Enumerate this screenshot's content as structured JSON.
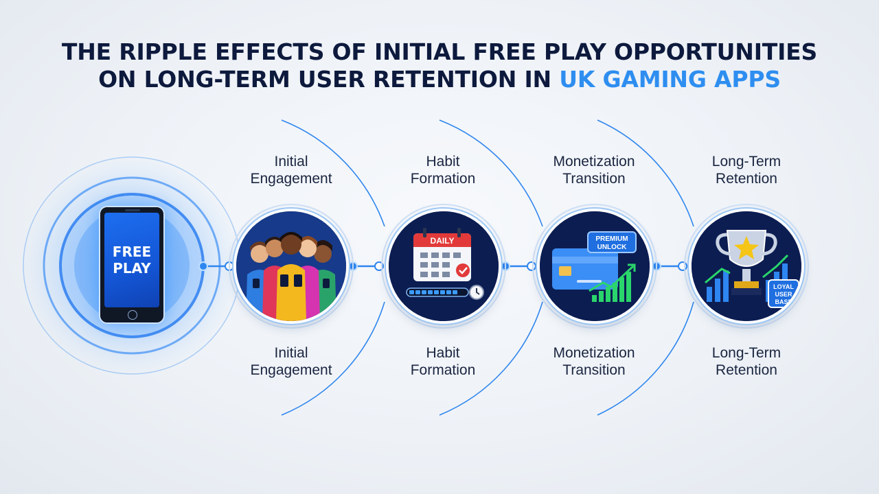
{
  "title": {
    "line1": "THE RIPPLE EFFECTS OF INITIAL FREE PLAY OPPORTUNITIES",
    "line2_main": "ON LONG-TERM USER RETENTION IN ",
    "line2_accent": "UK GAMING APPS"
  },
  "phone": {
    "line1": "FREE",
    "line2": "PLAY"
  },
  "stages": [
    {
      "top_line1": "Initial",
      "top_line2": "Engagement",
      "bottom_line1": "Initial",
      "bottom_line2": "Engagement",
      "icon": "group-of-people-with-phones-icon"
    },
    {
      "top_line1": "Habit",
      "top_line2": "Formation",
      "bottom_line1": "Habit",
      "bottom_line2": "Formation",
      "icon": "daily-calendar-icon",
      "calendar_label": "DAILY"
    },
    {
      "top_line1": "Monetization",
      "top_line2": "Transition",
      "bottom_line1": "Monetization",
      "bottom_line2": "Transition",
      "icon": "credit-card-chart-icon",
      "badge_line1": "PREMIUM",
      "badge_line2": "UNLOCK"
    },
    {
      "top_line1": "Long-Term",
      "top_line2": "Retention",
      "bottom_line1": "Long-Term",
      "bottom_line2": "Retention",
      "icon": "trophy-icon",
      "badge_line1": "LOYAL",
      "badge_line2": "USER",
      "badge_line3": "BASE"
    }
  ],
  "colors": {
    "navy": "#0d1a3d",
    "accent": "#2e8ef0",
    "node_bg": "#0c1d52",
    "ring": "#3d8ff5"
  }
}
